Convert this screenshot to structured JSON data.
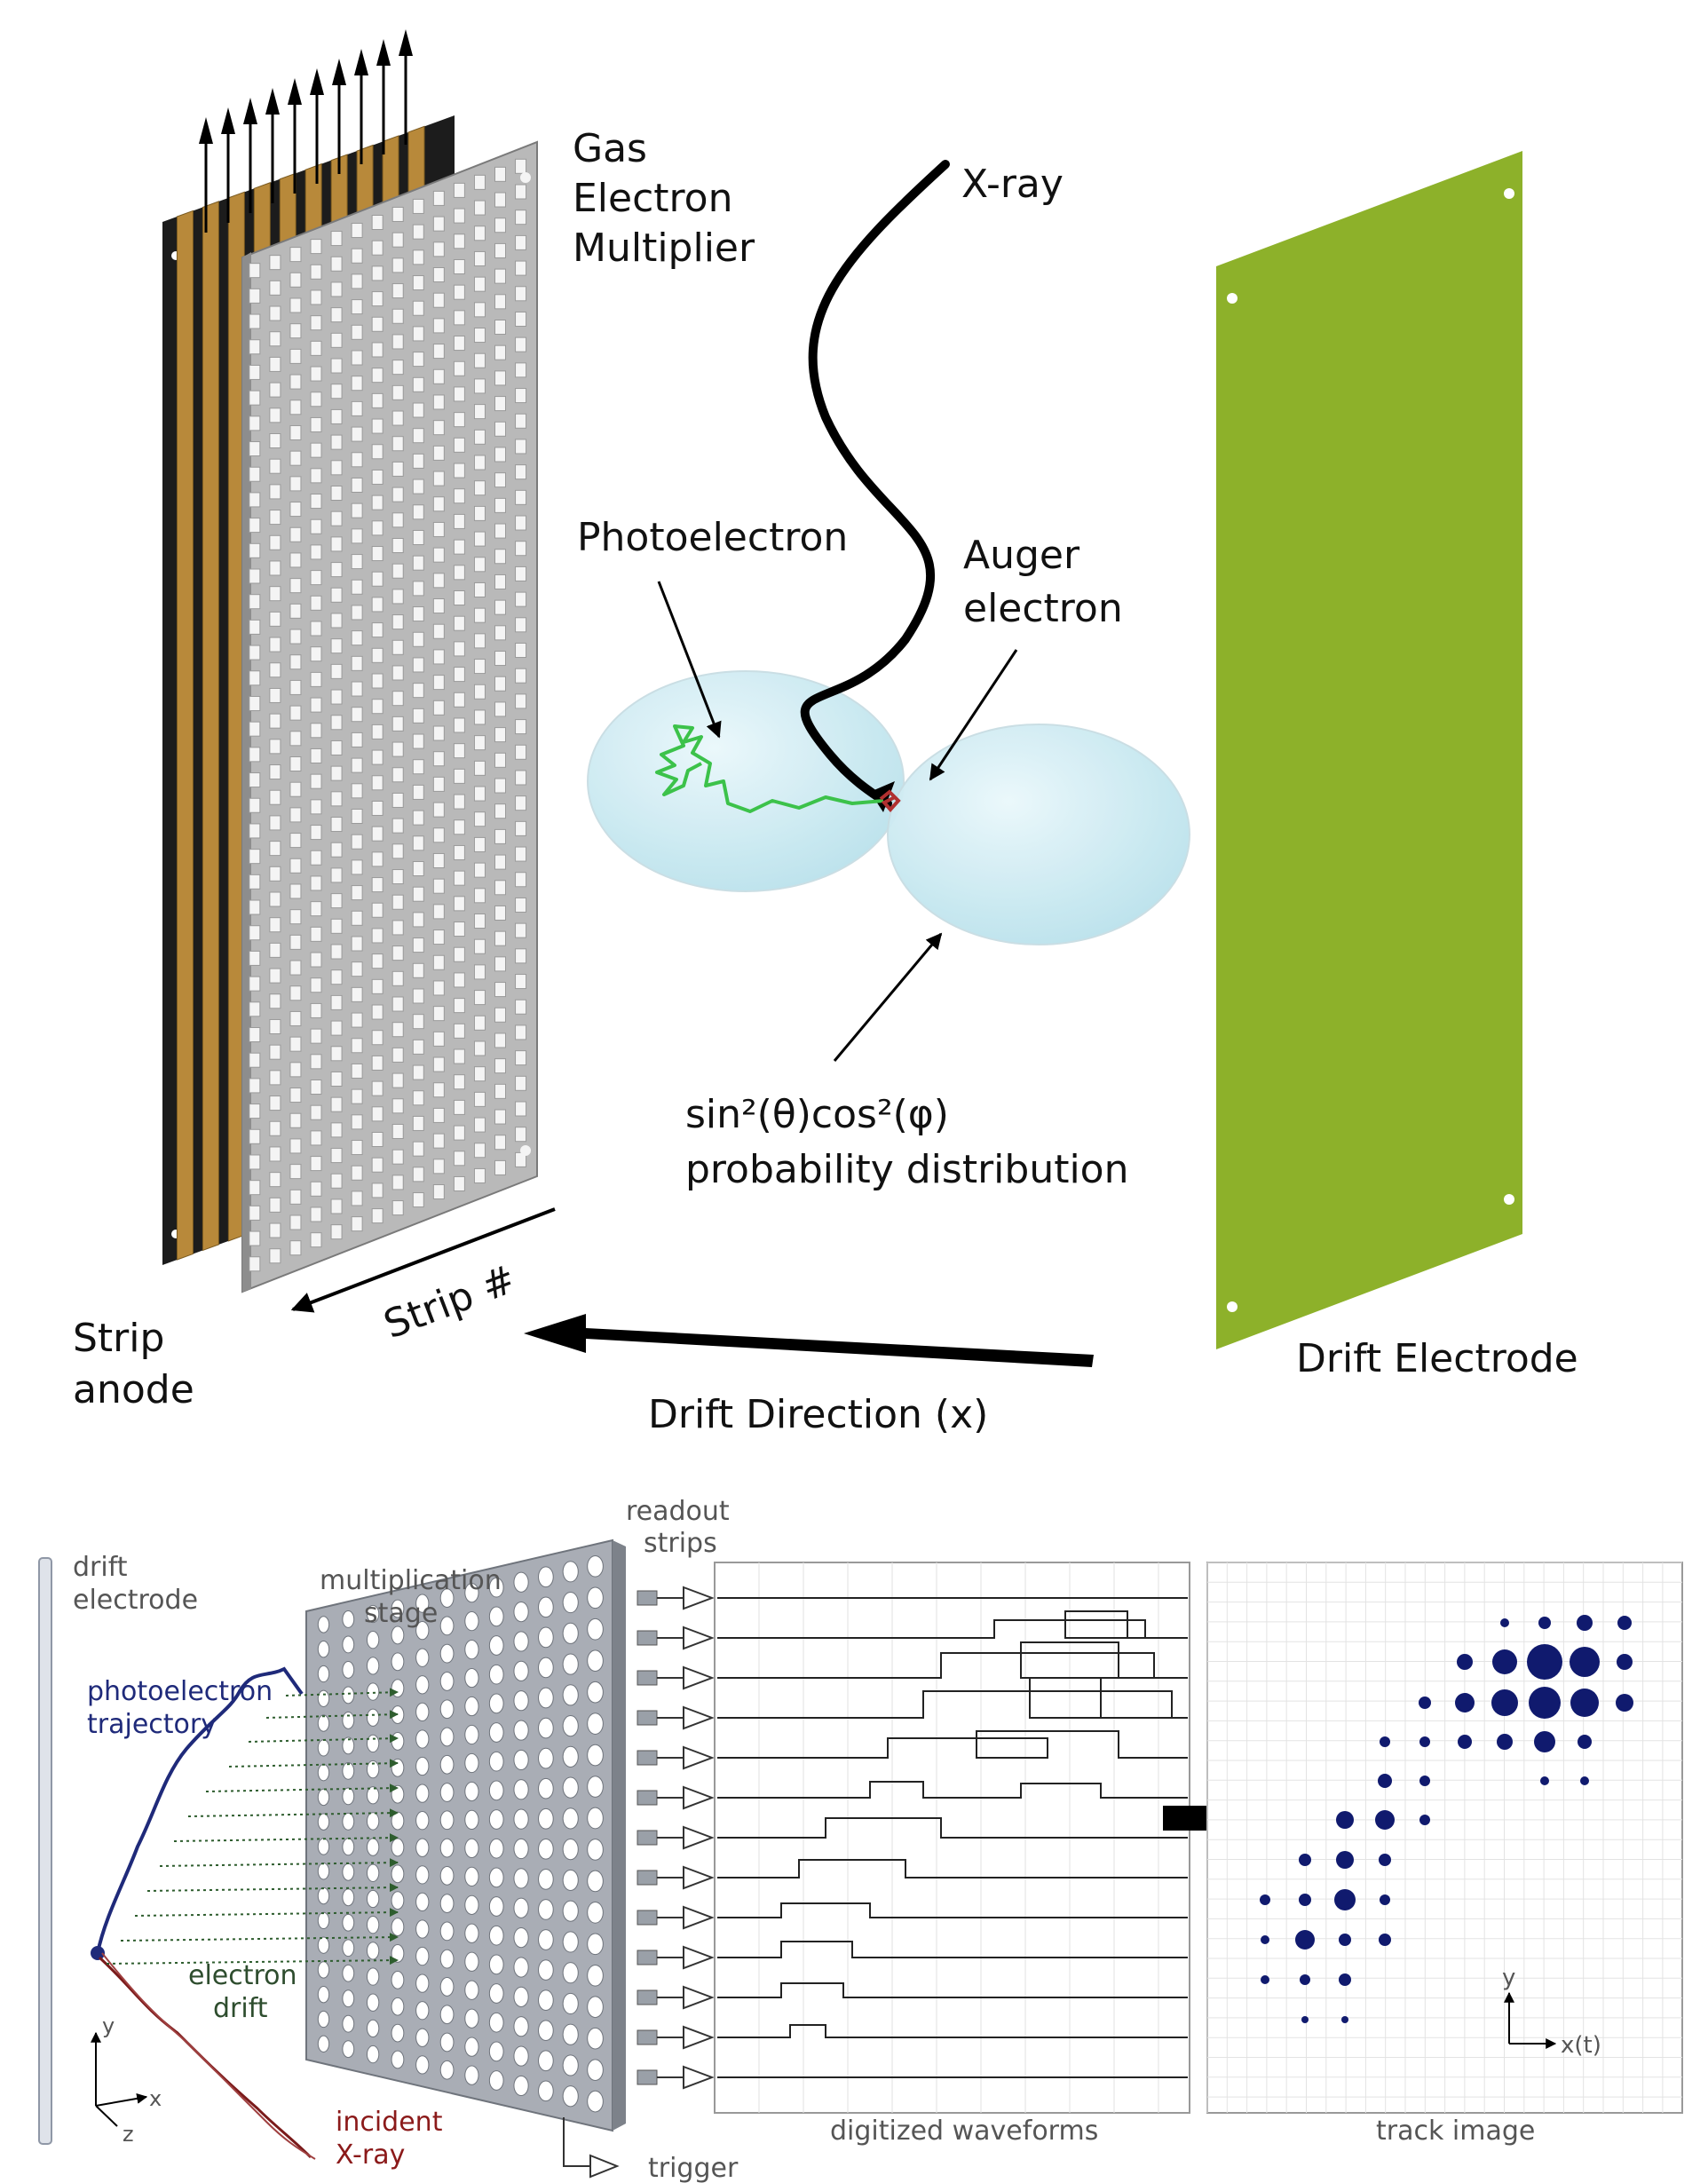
{
  "top": {
    "labels": {
      "gem_line1": "Gas",
      "gem_line2": "Electron",
      "gem_line3": "Multiplier",
      "xray": "X-ray",
      "photoelectron": "Photoelectron",
      "auger_line1": "Auger",
      "auger_line2": "electron",
      "prob_line1": "sin²(θ)cos²(φ)",
      "prob_line2": "probability distribution",
      "strip_number": "Strip #",
      "strip_anode_line1": "Strip",
      "strip_anode_line2": "anode",
      "drift_direction": "Drift Direction (x)",
      "drift_electrode": "Drift Electrode"
    },
    "colors": {
      "anode_back": "#1c1c1c",
      "anode_strips": "#b8893a",
      "gem_plate": "#b9b9b9",
      "gem_hole": "#f4f4f4",
      "drift_plate": "#8db12a",
      "lobe_fill": "#cdeef6",
      "photoelectron_track": "#3cc24a",
      "auger_track": "#b03030"
    }
  },
  "bottom": {
    "labels": {
      "drift_electrode_line1": "drift",
      "drift_electrode_line2": "electrode",
      "multiplication_line1": "multiplication",
      "multiplication_line2": "stage",
      "readout_line1": "readout",
      "readout_line2": "strips",
      "photo_traj_line1": "photoelectron",
      "photo_traj_line2": "trajectory",
      "electron_drift_line1": "electron",
      "electron_drift_line2": "drift",
      "incident_line1": "incident",
      "incident_line2": "X-ray",
      "axis_y": "y",
      "axis_x": "x",
      "axis_z": "z",
      "trigger": "trigger",
      "digitized_waveforms": "digitized waveforms",
      "track_image": "track image",
      "track_axis_y": "y",
      "track_axis_x": "x(t)"
    },
    "colors": {
      "trajectory": "#1f2a7a",
      "incident": "#7a1a1a",
      "drift_arrows": "#2e5d2e",
      "plate": "#a9adb5",
      "dots": "#101a6e",
      "grid": "#cfcfcf"
    }
  }
}
